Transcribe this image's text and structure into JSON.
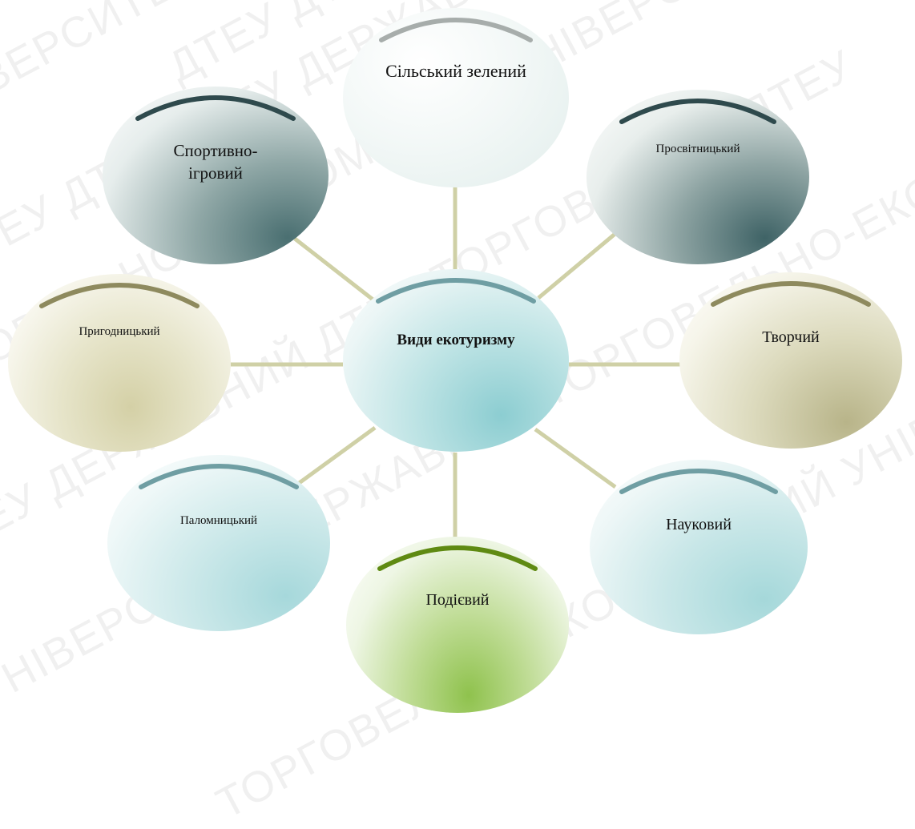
{
  "center": {
    "label": "Види екотуризму"
  },
  "nodes": [
    {
      "id": "silskyi-zelenyi",
      "label": "Сільський зелений"
    },
    {
      "id": "prosvitnytskyi",
      "label": "Просвітницький"
    },
    {
      "id": "tvorchyi",
      "label": "Творчий"
    },
    {
      "id": "naukovyi",
      "label": "Науковий"
    },
    {
      "id": "podiievyi",
      "label": "Подієвий"
    },
    {
      "id": "palomnytskyi",
      "label": "Паломницький"
    },
    {
      "id": "pryhodnytskyi",
      "label": "Пригодницький"
    },
    {
      "id": "sportyvno-ihrovyi",
      "label": "Спортивно-ігровий"
    }
  ],
  "watermark": {
    "lines": [
      "УНІВЕРСИТЕТ ДЕРЖАВНИЙ ТОРГОВЕЛЬНО-ЕКОНОМІЧНИЙ",
      "ДТЕУ ДТЕУ ДТЕУ ДЕРЖАВНИЙ ДТЕУ ДТЕУ",
      "ТОРГОВЕЛЬНО-ЕКОНОМІЧНИЙ УНІВЕРСИТЕТ ДТЕУ",
      "ДТЕУ ДЕРЖАВНИЙ ДТЕУ ТОРГОВЕЛЬНО ДТЕУ"
    ]
  },
  "colors": {
    "connector": "#cfd0a6",
    "center_tint": "#9fd3d6"
  }
}
